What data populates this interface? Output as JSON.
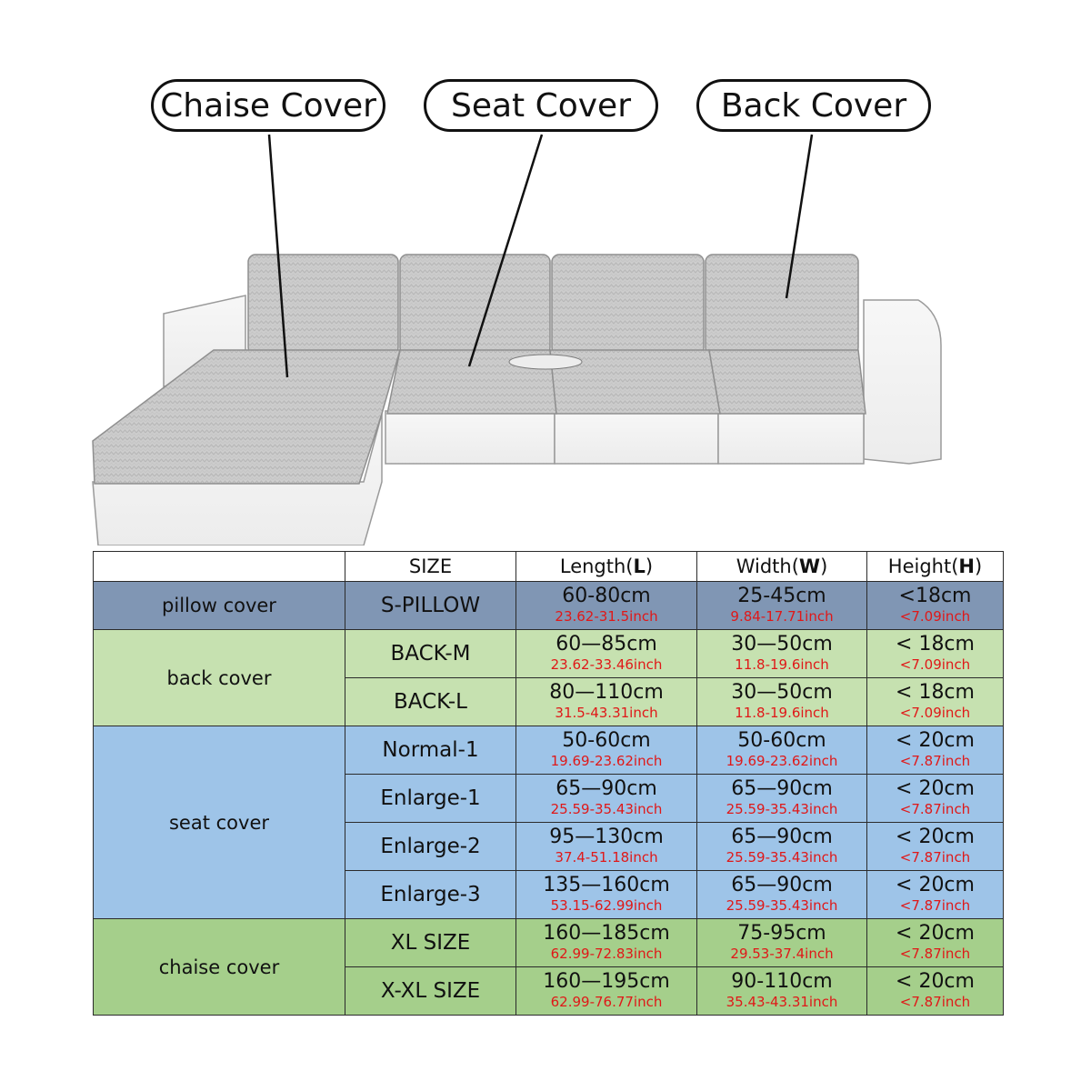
{
  "callouts": {
    "chaise": "Chaise Cover",
    "seat": "Seat Cover",
    "back": "Back Cover"
  },
  "colors": {
    "pillow": "#8096b4",
    "back": "#c6e1b0",
    "seat": "#9ec4e8",
    "chaise": "#a5cf8b",
    "inch_text": "#e01818"
  },
  "table": {
    "headers": {
      "size": "SIZE",
      "length": "Length(",
      "length_key": "L",
      "width": "Width(",
      "width_key": "W",
      "height": "Height(",
      "height_key": "H",
      "close": ")"
    },
    "categories": {
      "pillow": "pillow cover",
      "back": "back cover",
      "seat": "seat cover",
      "chaise": "chaise cover"
    },
    "rows": [
      {
        "size": "S-PILLOW",
        "length_cm": "60-80cm",
        "length_in": "23.62-31.5inch",
        "width_cm": "25-45cm",
        "width_in": "9.84-17.71inch",
        "height_cm": "<18cm",
        "height_in": "<7.09inch"
      },
      {
        "size": "BACK-M",
        "length_cm": "60—85cm",
        "length_in": "23.62-33.46inch",
        "width_cm": "30—50cm",
        "width_in": "11.8-19.6inch",
        "height_cm": "< 18cm",
        "height_in": "<7.09inch"
      },
      {
        "size": "BACK-L",
        "length_cm": "80—110cm",
        "length_in": "31.5-43.31inch",
        "width_cm": "30—50cm",
        "width_in": "11.8-19.6inch",
        "height_cm": "< 18cm",
        "height_in": "<7.09inch"
      },
      {
        "size": "Normal-1",
        "length_cm": "50-60cm",
        "length_in": "19.69-23.62inch",
        "width_cm": "50-60cm",
        "width_in": "19.69-23.62inch",
        "height_cm": "< 20cm",
        "height_in": "<7.87inch"
      },
      {
        "size": "Enlarge-1",
        "length_cm": "65—90cm",
        "length_in": "25.59-35.43inch",
        "width_cm": "65—90cm",
        "width_in": "25.59-35.43inch",
        "height_cm": "< 20cm",
        "height_in": "<7.87inch"
      },
      {
        "size": "Enlarge-2",
        "length_cm": "95—130cm",
        "length_in": "37.4-51.18inch",
        "width_cm": "65—90cm",
        "width_in": "25.59-35.43inch",
        "height_cm": "< 20cm",
        "height_in": "<7.87inch"
      },
      {
        "size": "Enlarge-3",
        "length_cm": "135—160cm",
        "length_in": "53.15-62.99inch",
        "width_cm": "65—90cm",
        "width_in": "25.59-35.43inch",
        "height_cm": "< 20cm",
        "height_in": "<7.87inch"
      },
      {
        "size": "XL SIZE",
        "length_cm": "160—185cm",
        "length_in": "62.99-72.83inch",
        "width_cm": "75-95cm",
        "width_in": "29.53-37.4inch",
        "height_cm": "< 20cm",
        "height_in": "<7.87inch"
      },
      {
        "size": "X-XL SIZE",
        "length_cm": "160—195cm",
        "length_in": "62.99-76.77inch",
        "width_cm": "90-110cm",
        "width_in": "35.43-43.31inch",
        "height_cm": "< 20cm",
        "height_in": "<7.87inch"
      }
    ]
  }
}
